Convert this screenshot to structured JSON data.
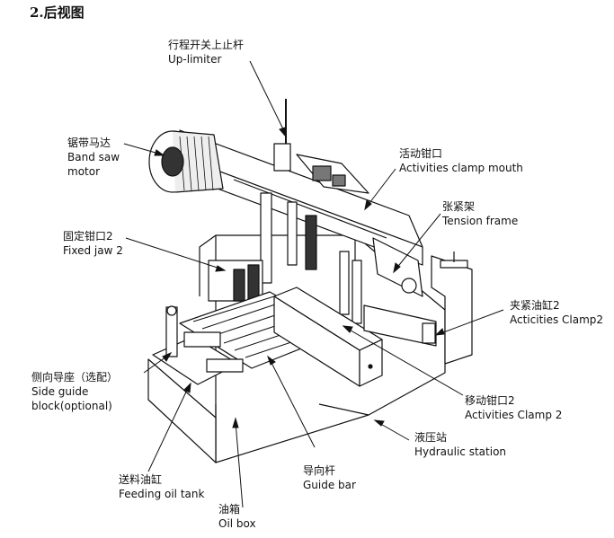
{
  "section_title": "2.后视图",
  "labels": {
    "up_limiter": {
      "zh": "行程开关上止杆",
      "en": "Up-limiter"
    },
    "band_saw_motor": {
      "zh": "锯带马达",
      "en": "Band saw",
      "en2": "motor"
    },
    "activities_clamp_mouth": {
      "zh": "活动钳口",
      "en": "Activities clamp mouth"
    },
    "tension_frame": {
      "zh": "张紧架",
      "en": "Tension frame"
    },
    "fixed_jaw": {
      "zh": "固定钳口2",
      "en": "Fixed jaw 2"
    },
    "clamp_cylinder": {
      "zh": "夹紧油缸2",
      "en": "Acticities Clamp2"
    },
    "side_guide": {
      "zh": "侧向导座（选配）",
      "en": "Side guide",
      "en2": "block(optional)"
    },
    "moving_jaw": {
      "zh": "移动钳口2",
      "en": "Activities Clamp 2"
    },
    "hydraulic_station": {
      "zh": "液压站",
      "en": "Hydraulic station"
    },
    "feeding_oil_tank": {
      "zh": "送料油缸",
      "en": "Feeding oil tank"
    },
    "guide_bar": {
      "zh": "导向杆",
      "en": "Guide bar"
    },
    "oil_box": {
      "zh": "油箱",
      "en": "Oil box"
    }
  }
}
